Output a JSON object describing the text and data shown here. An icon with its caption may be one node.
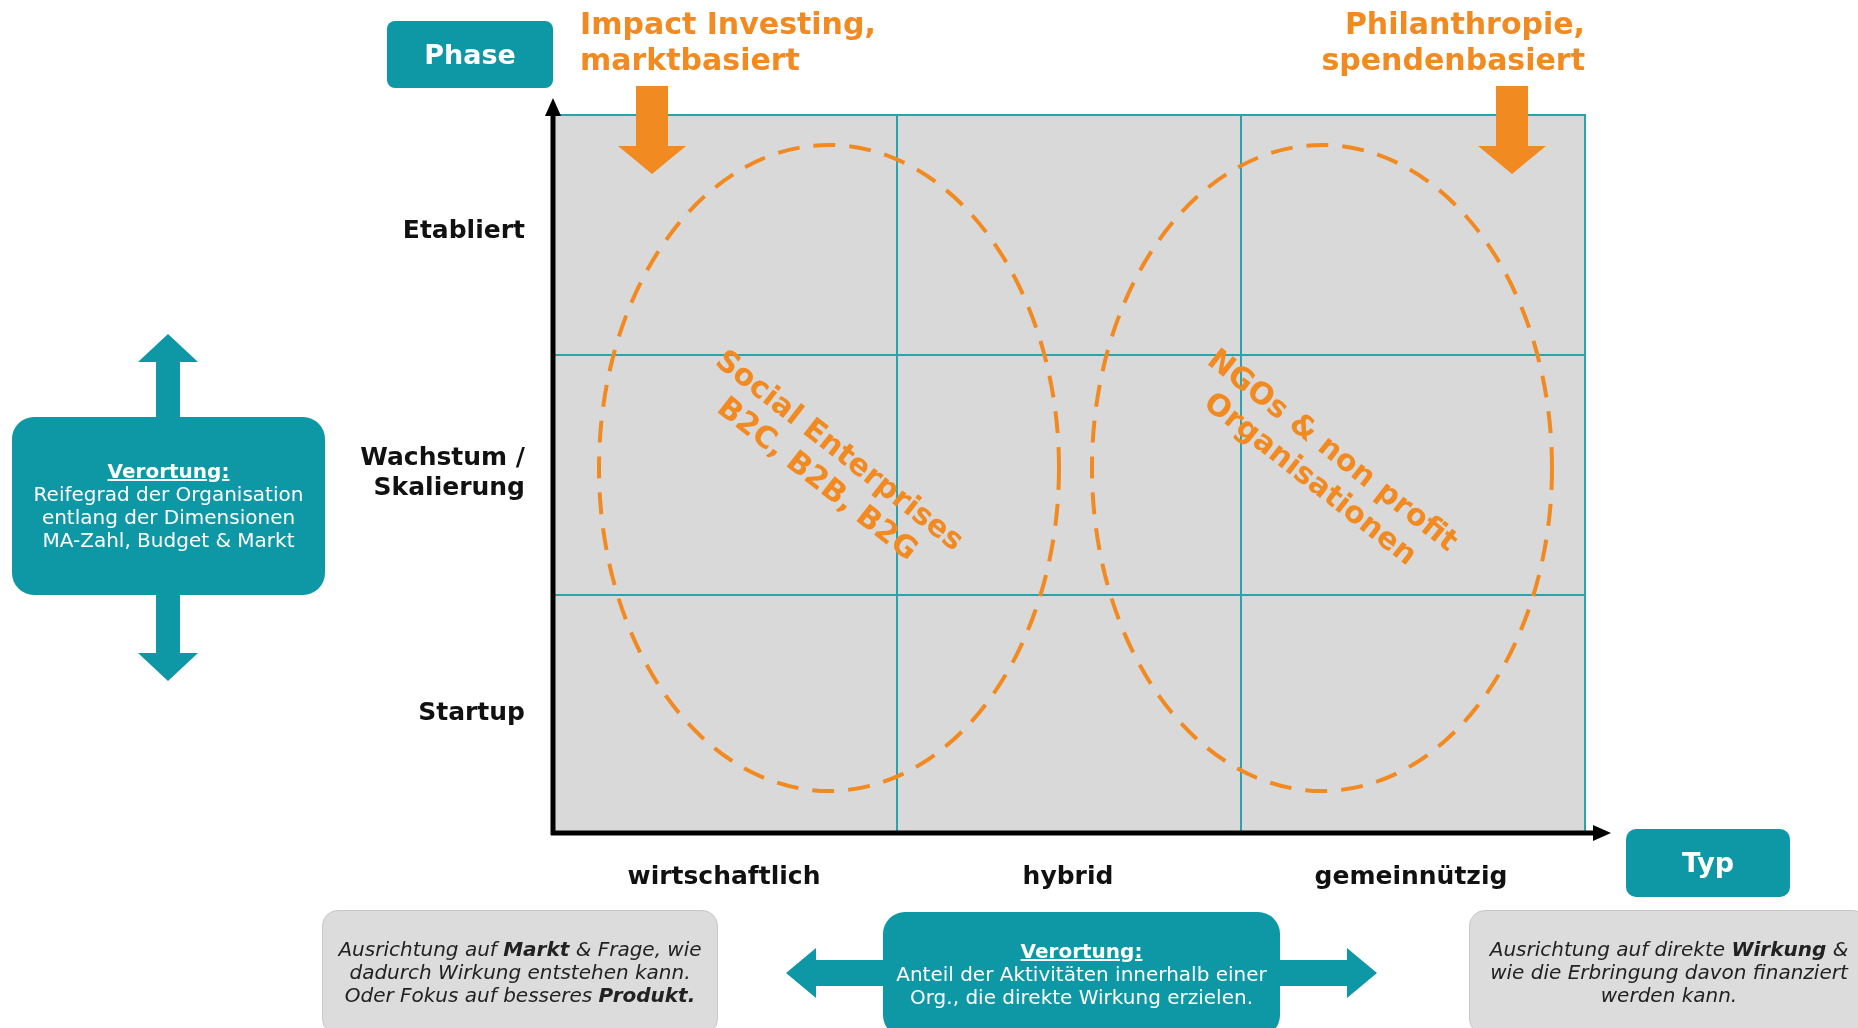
{
  "diagram": {
    "nodes": [
      {
        "text": [
          "Phase"
        ]
      },
      {
        "text": [
          "Social Enterprises B2C, B2B, B2G"
        ]
      },
      {
        "text": [
          "NGOs & non profit Organisationen"
        ]
      },
      {
        "text": [
          "Verortung:",
          "Reifegrad der Organisation entlang der Dimensionen MA-Zahl, Budget & Markt"
        ]
      },
      {
        "text": [
          "Typ"
        ]
      },
      {
        "text": [
          "Ausrichtung auf **Markt** & Frage, wie dadurch Wirkung entstehen kann. Oder Fokus auf besseres **Produkt.**"
        ]
      },
      {
        "text": [
          "Verortung:",
          "Anteil der Aktivitäten innerhalb einer Org., die direkte Wirkung erzielen."
        ]
      },
      {
        "text": [
          "Ausrichtung auf direkte **Wirkung** & wie die Erbringung davon finanziert werden kann."
        ]
      }
    ],
    "labels": [
      "Impact Investing, marktbasiert",
      "Philanthropie, spendenbasiert",
      "Etabliert",
      "Wachstum / Skalierung",
      "Startup",
      "wirtschaftlich",
      "hybrid",
      "gemeinnützig"
    ]
  }
}
